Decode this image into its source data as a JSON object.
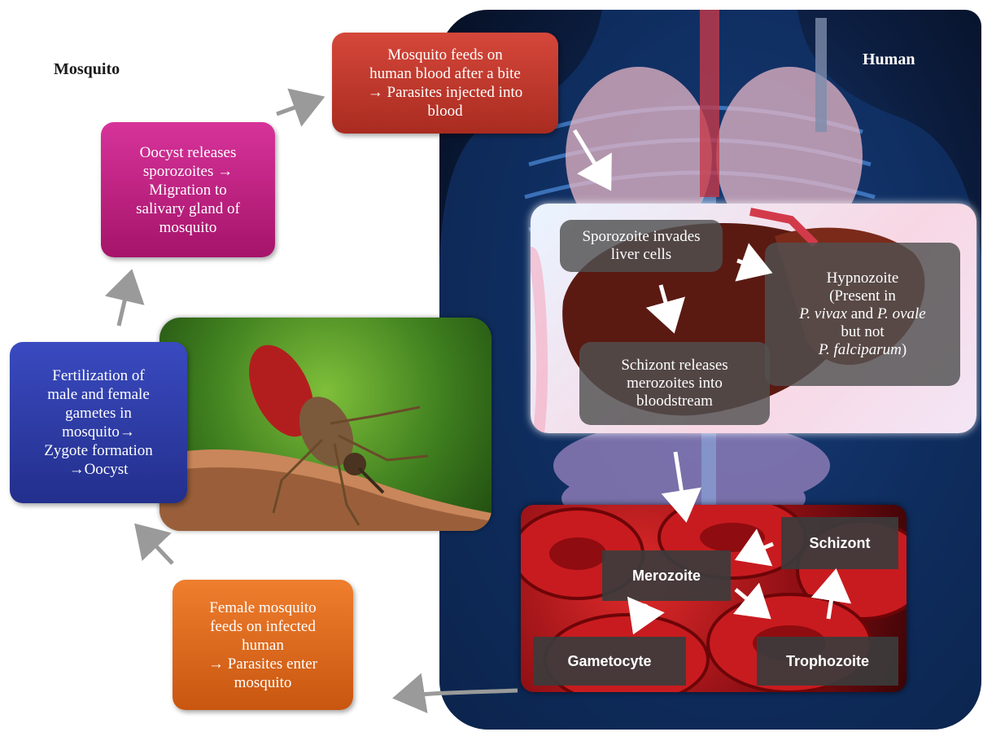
{
  "labels": {
    "mosquito": "Mosquito",
    "human": "Human"
  },
  "boxes": {
    "feed": "Mosquito feeds on\nhuman blood after a bite\n→ Parasites injected into\nblood",
    "oocyst": "Oocyst releases\nsporozoites →\nMigration to\nsalivary gland of\nmosquito",
    "fertilization": "Fertilization of\nmale and female\ngametes in\nmosquito→\nZygote formation\n→Oocyst",
    "female": "Female mosquito\nfeeds on infected\nhuman\n→ Parasites enter\nmosquito"
  },
  "liver": {
    "sporozoite": "Sporozoite invades\nliver cells",
    "schizont_release": "Schizont releases\nmerozoites into\nbloodstream",
    "hypnozoite_title": "Hypnozoite",
    "hypnozoite_line1": "(Present in",
    "hypnozoite_vivax": "P. vivax",
    "hypnozoite_and": " and ",
    "hypnozoite_ovale": "P. ovale",
    "hypnozoite_line3": "but not",
    "hypnozoite_falciparum": "P. falciparum",
    "hypnozoite_close": ")"
  },
  "blood_stage": {
    "schizont": "Schizont",
    "merozoite": "Merozoite",
    "gametocyte": "Gametocyte",
    "trophozoite": "Trophozoite"
  },
  "colors": {
    "feed_box": "#c0392b",
    "oocyst_box": "#c2187a",
    "fertilization_box": "#2e3aa6",
    "female_box": "#e06a1b",
    "arrow_gray": "#9a9a9a"
  }
}
